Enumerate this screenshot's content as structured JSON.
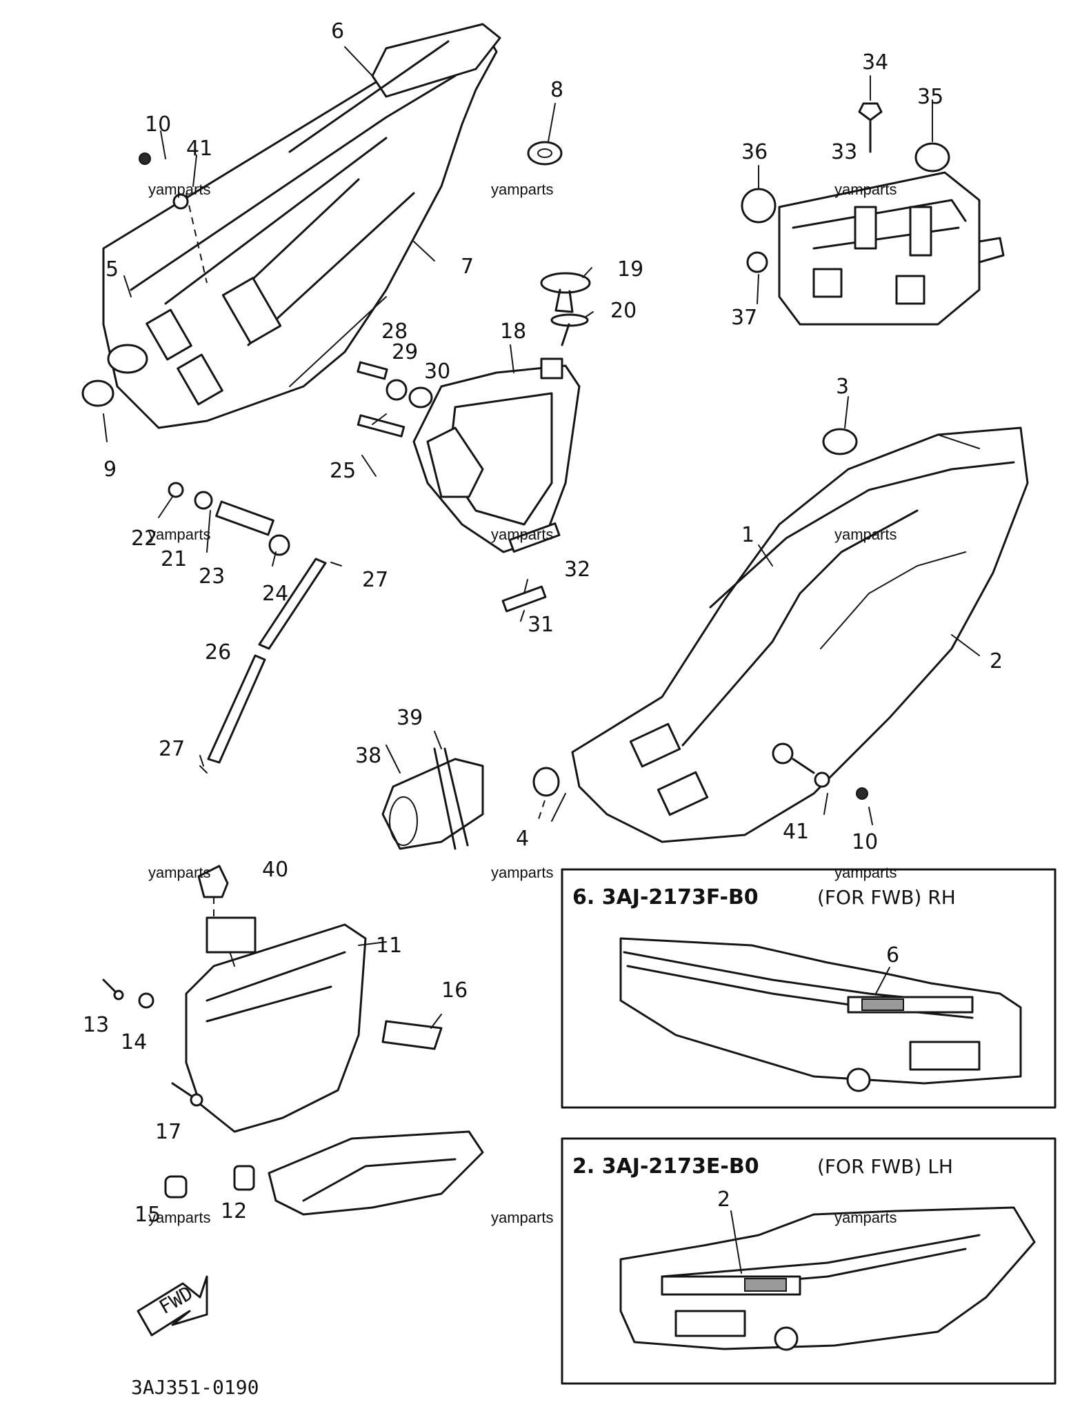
{
  "watermark": "yamparts",
  "diagram_code": "3AJ351-0190",
  "fwd_marker": "FWD",
  "callouts": {
    "c1": "1",
    "c2": "2",
    "c3": "3",
    "c4": "4",
    "c5": "5",
    "c6": "6",
    "c7": "7",
    "c8": "8",
    "c9": "9",
    "c10a": "10",
    "c10b": "10",
    "c11": "11",
    "c12": "12",
    "c13": "13",
    "c14": "14",
    "c15": "15",
    "c16": "16",
    "c17": "17",
    "c18": "18",
    "c19": "19",
    "c20": "20",
    "c21": "21",
    "c22": "22",
    "c23": "23",
    "c24": "24",
    "c25": "25",
    "c26": "26",
    "c27a": "27",
    "c27b": "27",
    "c28": "28",
    "c29": "29",
    "c30": "30",
    "c31": "31",
    "c32": "32",
    "c33": "33",
    "c34": "34",
    "c35": "35",
    "c36": "36",
    "c37": "37",
    "c38": "38",
    "c39": "39",
    "c40": "40",
    "c41a": "41",
    "c41b": "41"
  },
  "insets": {
    "rh": {
      "title": "6. 3AJ-2173F-B0",
      "note": "(FOR FWB) RH",
      "callout": "6"
    },
    "lh": {
      "title": "2. 3AJ-2173E-B0",
      "note": "(FOR FWB) LH",
      "callout": "2"
    }
  },
  "colors": {
    "ink": "#151515",
    "paper": "#ffffff"
  }
}
